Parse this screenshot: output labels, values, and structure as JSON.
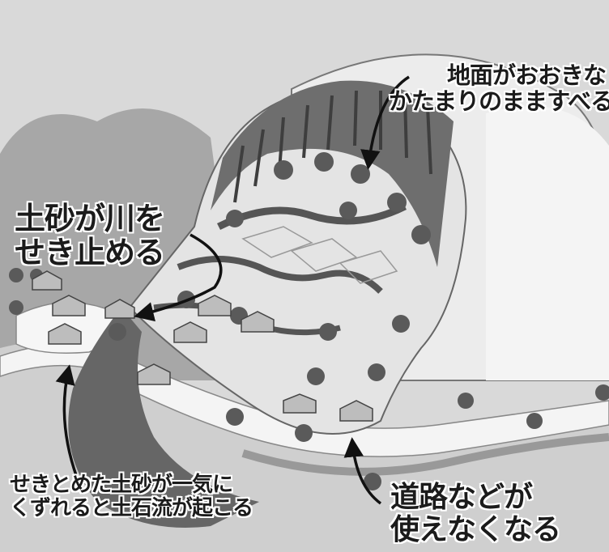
{
  "labels": {
    "top_right": {
      "line1": "地面がおおきな",
      "line2": "かたまりのまますべる"
    },
    "left": {
      "line1": "土砂が川を",
      "line2": "せき止める"
    },
    "bottom_left": {
      "line1": "せきとめた土砂が一気に",
      "line2": "くずれると土石流が起こる"
    },
    "bottom_right": {
      "line1": "道路などが",
      "line2": "使えなくなる"
    }
  },
  "colors": {
    "background": "#d9d9d9",
    "sky_dome": "#ececec",
    "hill": "#9a9a9a",
    "cliff": "#6e6e6e",
    "ground": "#e4e4e4",
    "crack": "#555555",
    "river": "#f4f4f4",
    "tree": "#5a5a5a",
    "house": "#bdbdbd",
    "arrow": "#111111",
    "text": "#1b1b1b"
  }
}
